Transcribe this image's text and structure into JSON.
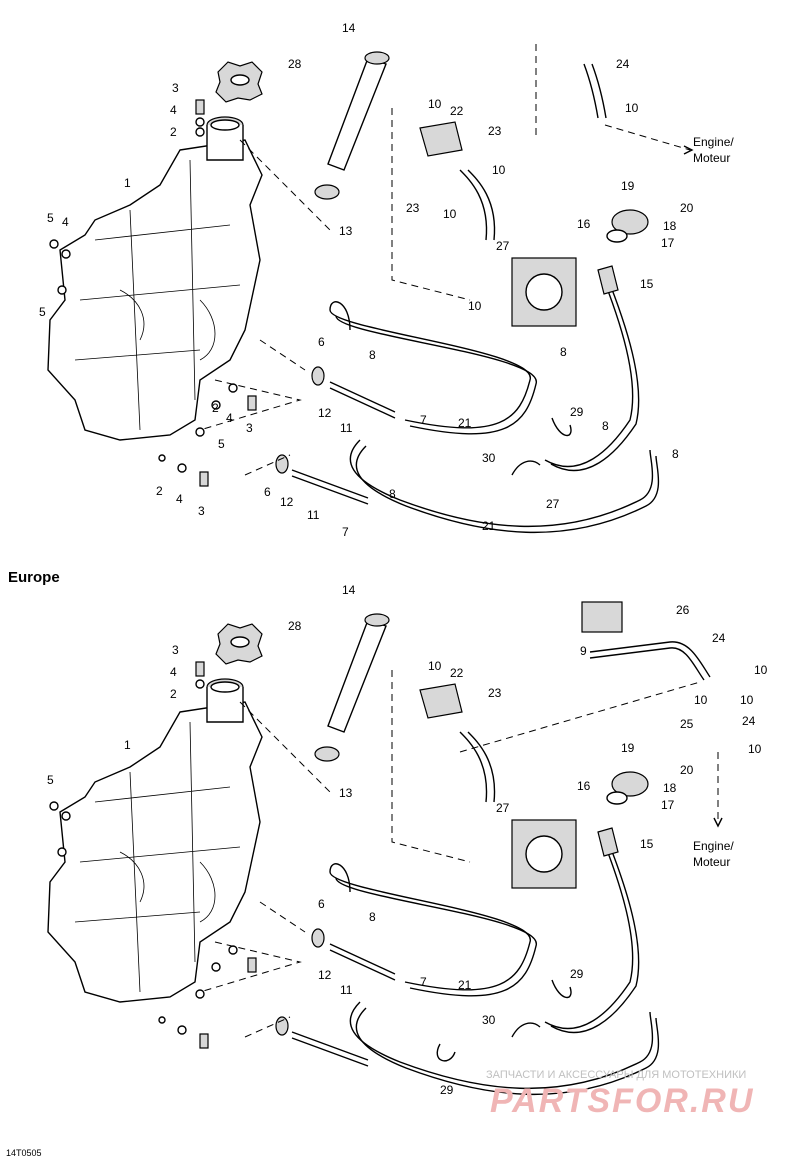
{
  "diagram": {
    "upper": {
      "callouts": [
        "1",
        "2",
        "3",
        "4",
        "5",
        "6",
        "7",
        "8",
        "10",
        "11",
        "12",
        "13",
        "14",
        "15",
        "16",
        "17",
        "18",
        "19",
        "20",
        "21",
        "22",
        "23",
        "24",
        "27",
        "28",
        "29",
        "30"
      ],
      "notes": [
        "Engine/",
        "Moteur"
      ]
    },
    "lower": {
      "section_title": "Europe",
      "callouts": [
        "1",
        "2",
        "3",
        "4",
        "5",
        "6",
        "7",
        "8",
        "9",
        "10",
        "11",
        "12",
        "13",
        "14",
        "15",
        "16",
        "17",
        "18",
        "19",
        "20",
        "21",
        "22",
        "23",
        "24",
        "25",
        "26",
        "27",
        "28",
        "29",
        "30"
      ],
      "notes": [
        "Engine/",
        "Moteur"
      ]
    },
    "figure_code": "14T0505",
    "watermark": {
      "caption": "ЗАПЧАСТИ И АКСЕССУАРЫ ДЛЯ МОТОТЕХНИКИ",
      "logo": "PARTSFOR.RU"
    }
  }
}
